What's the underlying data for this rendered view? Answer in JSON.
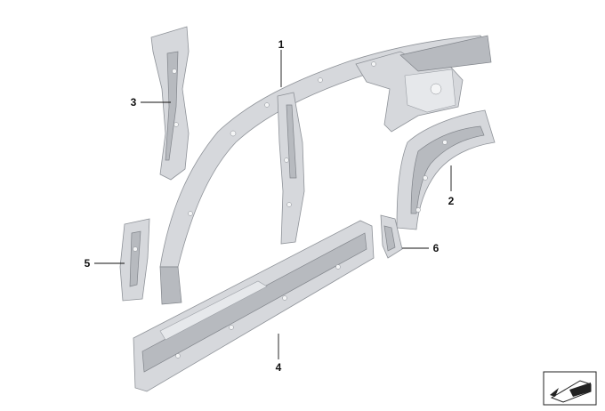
{
  "callouts": [
    {
      "id": "1",
      "text": "1"
    },
    {
      "id": "2",
      "text": "2"
    },
    {
      "id": "3",
      "text": "3"
    },
    {
      "id": "4",
      "text": "4"
    },
    {
      "id": "5",
      "text": "5"
    },
    {
      "id": "6",
      "text": "6"
    }
  ],
  "colors": {
    "metal": "#d6d8dc",
    "metal_dark": "#b7babf",
    "outline": "#8e9298",
    "label": "#111111"
  },
  "icons": {
    "reference": "diagram-orientation-icon"
  }
}
